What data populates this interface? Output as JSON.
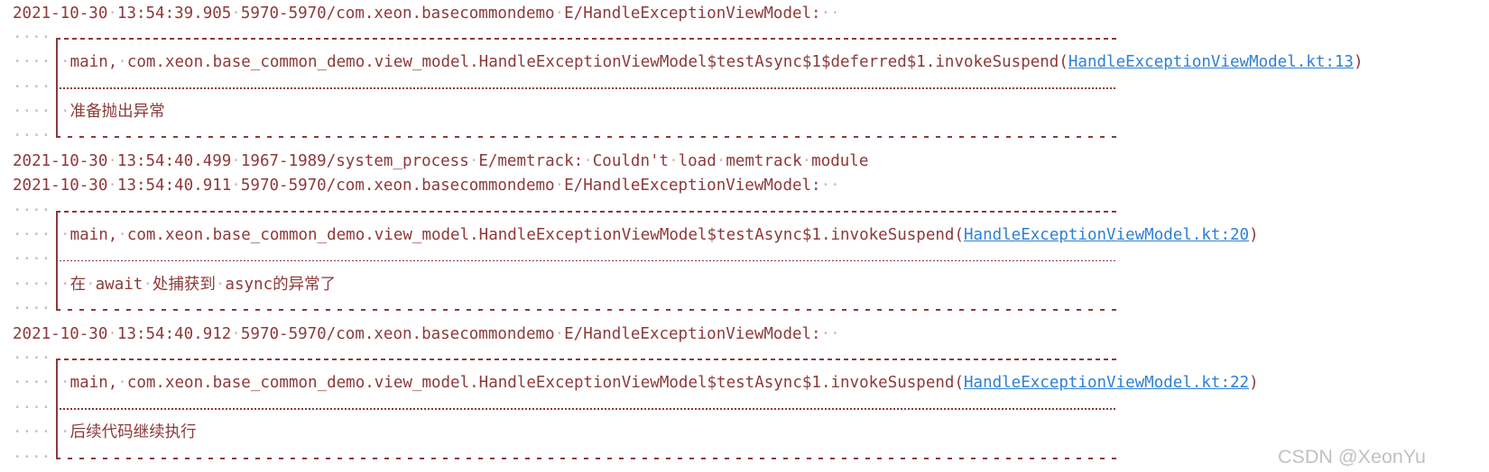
{
  "colors": {
    "log_text": "#8e3939",
    "link": "#2f80d3",
    "ws_dots": "#ccb9b9",
    "watermark": "#c1c1c1",
    "bg": "#ffffff"
  },
  "indent": "    ",
  "entries": [
    {
      "header": "2021-10-30 13:54:39.905 5970-5970/com.xeon.basecommondemo E/HandleExceptionViewModel:  ",
      "box": {
        "stack_prefix": " main, com.xeon.base_common_demo.view_model.HandleExceptionViewModel$testAsync$1$deferred$1.invokeSuspend(",
        "link": "HandleExceptionViewModel.kt:13",
        "stack_suffix": ")",
        "message": " 准备抛出异常"
      }
    },
    {
      "header": "2021-10-30 13:54:40.499 1967-1989/system_process E/memtrack: Couldn't load memtrack module"
    },
    {
      "header": "2021-10-30 13:54:40.911 5970-5970/com.xeon.basecommondemo E/HandleExceptionViewModel:  ",
      "box": {
        "stack_prefix": " main, com.xeon.base_common_demo.view_model.HandleExceptionViewModel$testAsync$1.invokeSuspend(",
        "link": "HandleExceptionViewModel.kt:20",
        "stack_suffix": ")",
        "message": " 在 await 处捕获到 async的异常了"
      }
    },
    {
      "header": "2021-10-30 13:54:40.912 5970-5970/com.xeon.basecommondemo E/HandleExceptionViewModel:  ",
      "box": {
        "stack_prefix": " main, com.xeon.base_common_demo.view_model.HandleExceptionViewModel$testAsync$1.invokeSuspend(",
        "link": "HandleExceptionViewModel.kt:22",
        "stack_suffix": ")",
        "message": " 后续代码继续执行"
      }
    }
  ],
  "watermark": "CSDN @XeonYu"
}
